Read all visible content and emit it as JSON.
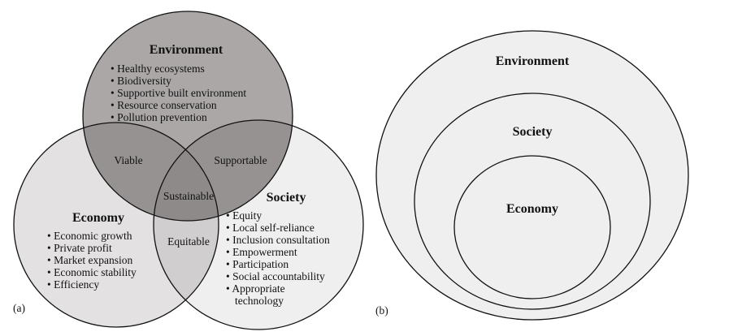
{
  "panel_a": {
    "label": "(a)",
    "environment": {
      "title": "Environment",
      "items": [
        "• Healthy ecosystems",
        "• Biodiversity",
        "• Supportive built environment",
        "• Resource conservation",
        "• Pollution prevention"
      ]
    },
    "economy": {
      "title": "Economy",
      "items": [
        "• Economic growth",
        "• Private profit",
        "• Market expansion",
        "• Economic stability",
        "• Efficiency"
      ]
    },
    "society": {
      "title": "Society",
      "items": [
        "• Equity",
        "• Local self-reliance",
        "• Inclusion consultation",
        "• Empowerment",
        "• Participation",
        "• Social accountability",
        "• Appropriate",
        "technology"
      ]
    },
    "overlaps": {
      "env_econ": "Viable",
      "env_soc": "Supportable",
      "econ_soc": "Equitable",
      "center": "Sustainable"
    },
    "colors": {
      "environment": "#aba7a7",
      "economy": "#e3e1e1",
      "society": "#f0efef",
      "env_overlap": "#969292",
      "econ_soc_overlap": "#d0cece",
      "center": "#8e8a8a"
    }
  },
  "panel_b": {
    "label": "(b)",
    "outer": "Environment",
    "middle": "Society",
    "inner": "Economy",
    "fill": "#efefef"
  }
}
